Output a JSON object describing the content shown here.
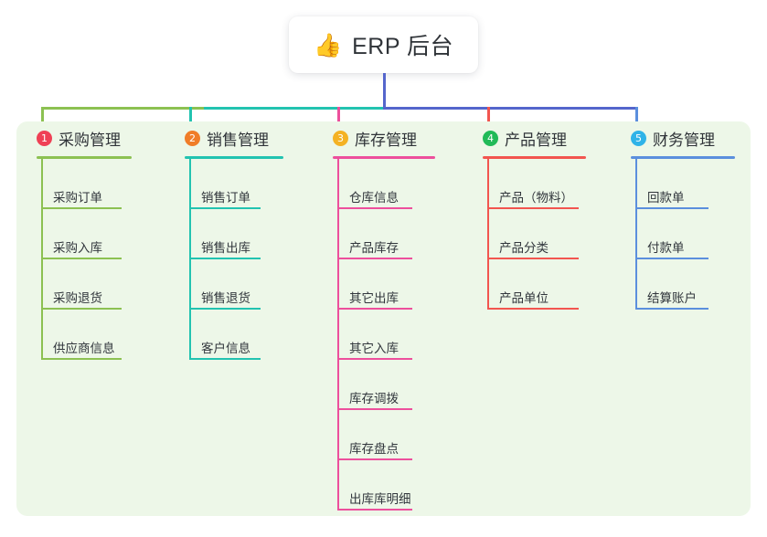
{
  "root": {
    "icon": "thumbs-up-icon",
    "emoji": "👍",
    "title": "ERP 后台"
  },
  "palette": {
    "canvas_bg": "#edf7e8",
    "page_bg": "#ffffff",
    "bus_left": "#22c3b0",
    "bus_right": "#5566cc",
    "text": "#2f3338"
  },
  "columns": [
    {
      "index": "1",
      "title": "采购管理",
      "badge_color": "#ef4055",
      "line_color": "#8cc152",
      "items": [
        {
          "label": "采购订单"
        },
        {
          "label": "采购入库"
        },
        {
          "label": "采购退货"
        },
        {
          "label": "供应商信息"
        }
      ]
    },
    {
      "index": "2",
      "title": "销售管理",
      "badge_color": "#f07d28",
      "line_color": "#22c3b0",
      "items": [
        {
          "label": "销售订单"
        },
        {
          "label": "销售出库"
        },
        {
          "label": "销售退货"
        },
        {
          "label": "客户信息"
        }
      ]
    },
    {
      "index": "3",
      "title": "库存管理",
      "badge_color": "#f4b223",
      "line_color": "#ed4f9c",
      "items": [
        {
          "label": "仓库信息"
        },
        {
          "label": "产品库存"
        },
        {
          "label": "其它出库"
        },
        {
          "label": "其它入库"
        },
        {
          "label": "库存调拨"
        },
        {
          "label": "库存盘点"
        },
        {
          "label": "出库库明细"
        }
      ]
    },
    {
      "index": "4",
      "title": "产品管理",
      "badge_color": "#21ba58",
      "line_color": "#f2554f",
      "items": [
        {
          "label": "产品（物料）"
        },
        {
          "label": "产品分类"
        },
        {
          "label": "产品单位"
        }
      ]
    },
    {
      "index": "5",
      "title": "财务管理",
      "badge_color": "#2fb3e8",
      "line_color": "#5b8fdd",
      "items": [
        {
          "label": "回款单"
        },
        {
          "label": "付款单"
        },
        {
          "label": "结算账户"
        }
      ]
    }
  ]
}
